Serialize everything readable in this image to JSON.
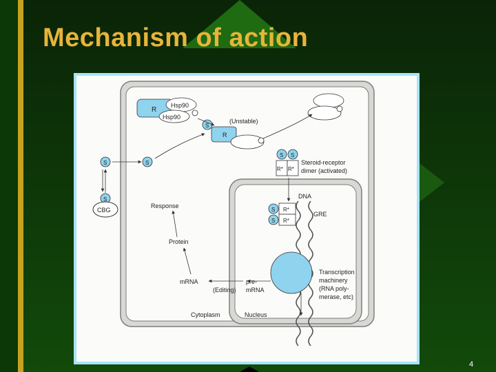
{
  "slide": {
    "title": "Mechanism of action",
    "page_number": "4"
  },
  "figure": {
    "labels": {
      "r_complex": "R",
      "hsp90_top": "Hsp90",
      "hsp90_bottom": "Hsp90",
      "steroid_on_r": "S",
      "r_unstable": "R",
      "unstable": "(Unstable)",
      "s_outside": "S",
      "s_entering": "S",
      "dimer_s1": "S",
      "dimer_s2": "S",
      "dimer_r1": "R*",
      "dimer_r2": "R*",
      "dimer_line1": "Steroid-receptor",
      "dimer_line2": "dimer (activated)",
      "cbg_s": "S",
      "cbg": "CBG",
      "response": "Response",
      "protein": "Protein",
      "mrna": "mRNA",
      "editing": "(Editing)",
      "pre_mrna_1": "pre-",
      "pre_mrna_2": "mRNA",
      "dna": "DNA",
      "nuc_s1": "S",
      "nuc_s2": "S",
      "nuc_r1": "R*",
      "nuc_r2": "R*",
      "gre": "GRE",
      "tm_1": "Transcription",
      "tm_2": "machinery",
      "tm_3": "(RNA poly-",
      "tm_4": "merase, etc)",
      "cytoplasm": "Cytoplasm",
      "nucleus": "Nucleus"
    },
    "colors": {
      "accent_blue": "#8fd3ee",
      "membrane": "#7d7d7d",
      "panel": "#fbfbf9",
      "frame": "#a8e4f5"
    }
  }
}
